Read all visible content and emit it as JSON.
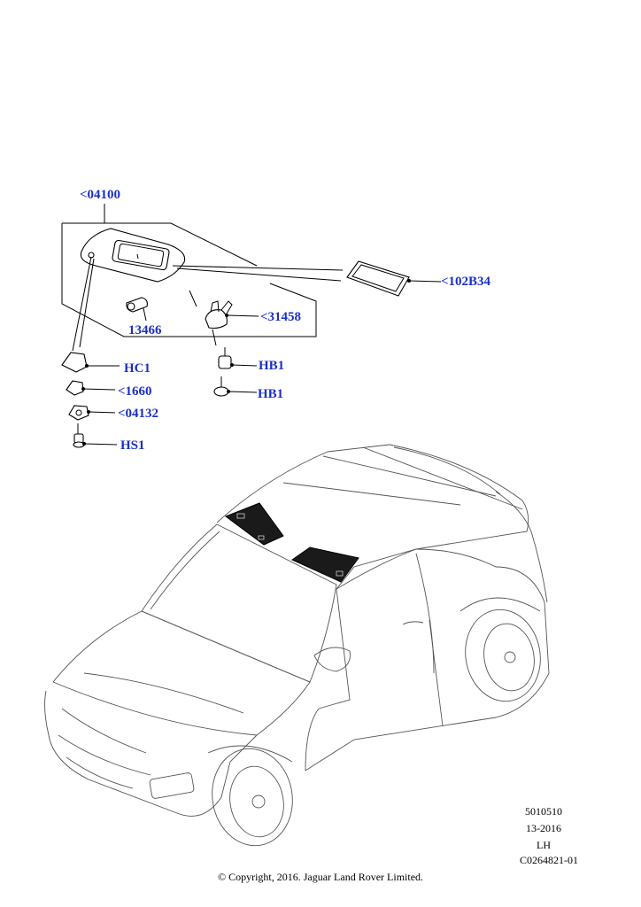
{
  "callouts": {
    "c04100": "<04100",
    "c102B34": "<102B34",
    "c31458": "<31458",
    "c13466": "13466",
    "cHC1": "HC1",
    "c1660": "<1660",
    "c04132": "<04132",
    "cHS1": "HS1",
    "cHB1a": "HB1",
    "cHB1b": "HB1"
  },
  "meta": {
    "code1": "5010510",
    "date": "13-2016",
    "side": "LH",
    "illustration_id": "C0264821-01"
  },
  "copyright": "© Copyright, 2016. Jaguar Land Rover Limited.",
  "colors": {
    "callout_text": "#1a2fc8",
    "line": "#000000",
    "car_outline": "#555555"
  }
}
